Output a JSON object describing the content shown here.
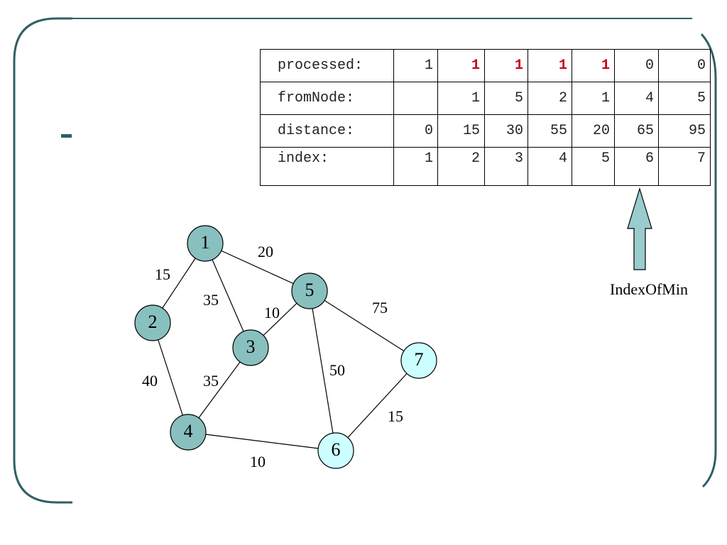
{
  "table": {
    "rows": [
      {
        "label": "processed:",
        "cells": [
          "1",
          "1",
          "1",
          "1",
          "1",
          "0",
          "0"
        ],
        "highlight": [
          false,
          true,
          true,
          true,
          true,
          false,
          false
        ]
      },
      {
        "label": "fromNode:",
        "cells": [
          "",
          "1",
          "5",
          "2",
          "1",
          "4",
          "5"
        ],
        "highlight": [
          false,
          false,
          false,
          false,
          false,
          false,
          false
        ]
      },
      {
        "label": "distance:",
        "cells": [
          "0",
          "15",
          "30",
          "55",
          "20",
          "65",
          "95"
        ],
        "highlight": [
          false,
          false,
          false,
          false,
          false,
          false,
          false
        ]
      },
      {
        "label": "index:",
        "cells": [
          "1",
          "2",
          "3",
          "4",
          "5",
          "6",
          "7"
        ],
        "highlight": [
          false,
          false,
          false,
          false,
          false,
          false,
          false
        ]
      }
    ],
    "highlight_color": "#cc0010"
  },
  "graph": {
    "nodes": [
      {
        "id": "1",
        "label": "1",
        "state": "processed"
      },
      {
        "id": "2",
        "label": "2",
        "state": "processed"
      },
      {
        "id": "3",
        "label": "3",
        "state": "processed"
      },
      {
        "id": "4",
        "label": "4",
        "state": "processed"
      },
      {
        "id": "5",
        "label": "5",
        "state": "processed"
      },
      {
        "id": "6",
        "label": "6",
        "state": "unprocessed"
      },
      {
        "id": "7",
        "label": "7",
        "state": "unprocessed"
      }
    ],
    "edges": [
      {
        "from": "1",
        "to": "2",
        "weight": "15"
      },
      {
        "from": "1",
        "to": "5",
        "weight": "20"
      },
      {
        "from": "1",
        "to": "3",
        "weight": "35"
      },
      {
        "from": "5",
        "to": "3",
        "weight": "10"
      },
      {
        "from": "5",
        "to": "7",
        "weight": "75"
      },
      {
        "from": "5",
        "to": "6",
        "weight": "50"
      },
      {
        "from": "2",
        "to": "4",
        "weight": "40"
      },
      {
        "from": "3",
        "to": "4",
        "weight": "35"
      },
      {
        "from": "4",
        "to": "6",
        "weight": "10"
      },
      {
        "from": "7",
        "to": "6",
        "weight": "15"
      }
    ],
    "colors": {
      "processed": "#88c0bf",
      "unprocessed": "#ccffff",
      "stroke": "#000000"
    }
  },
  "pointer": {
    "label": "IndexOfMin",
    "target_index": "6",
    "color": "#99cccc"
  },
  "frame_color": "#2f5f66"
}
